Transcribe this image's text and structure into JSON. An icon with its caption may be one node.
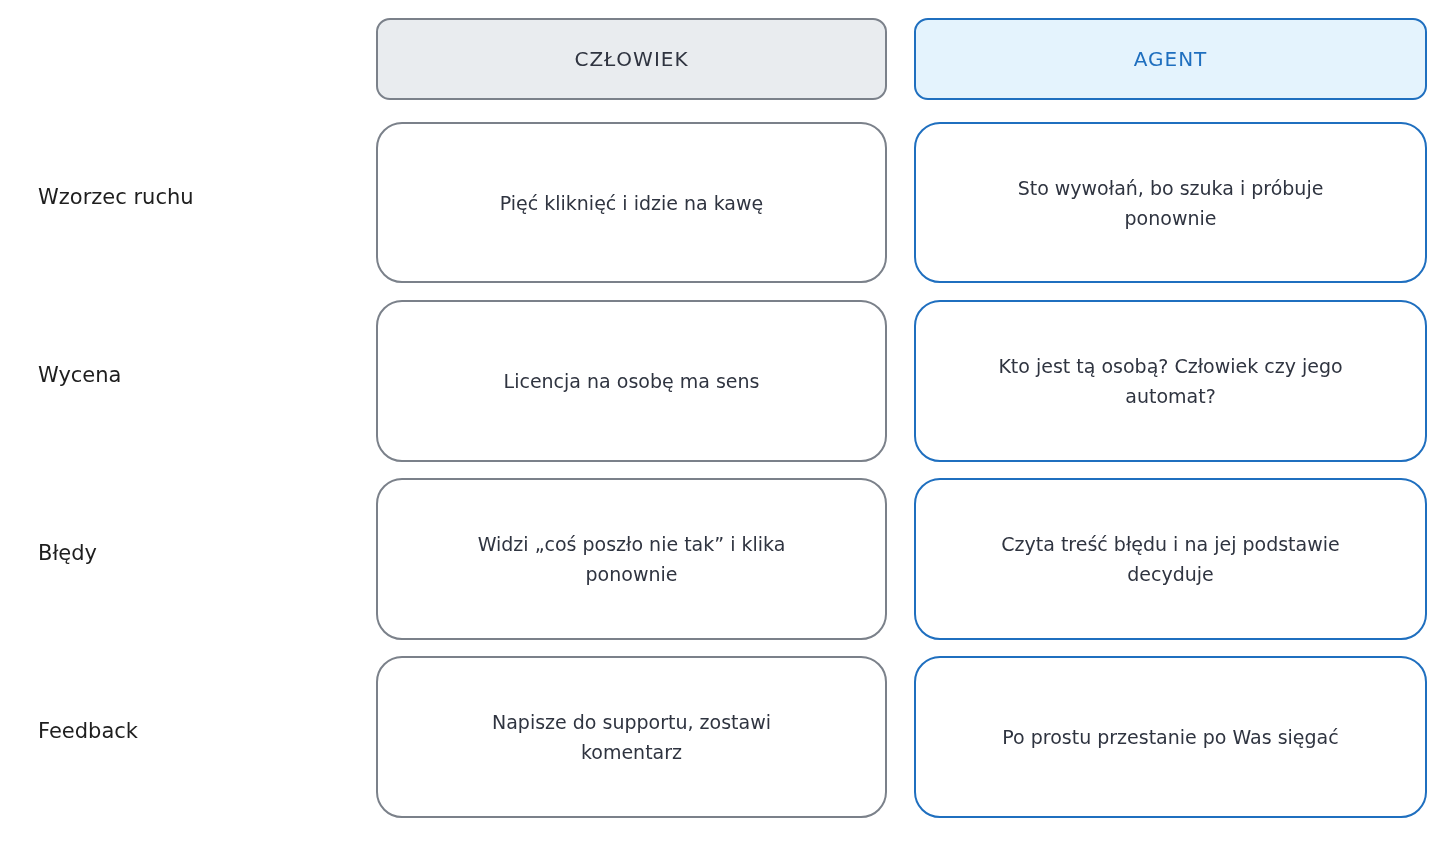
{
  "diagram": {
    "nodes": [
      {
        "text": [
          "CZŁOWIEK"
        ]
      },
      {
        "text": [
          "AGENT"
        ]
      },
      {
        "text": [
          "Pięć kliknięć i idzie na kawę"
        ]
      },
      {
        "text": [
          "Sto wywołań, bo szuka i próbuje ponownie"
        ]
      },
      {
        "text": [
          "Licencja na osobę ma sens"
        ]
      },
      {
        "text": [
          "Kto jest tą osobą? Człowiek czy jego automat?"
        ]
      },
      {
        "text": [
          "Widzi „coś poszło nie tak” i klika ponownie"
        ]
      },
      {
        "text": [
          "Czyta treść błędu i na jej podstawie decyduje"
        ]
      },
      {
        "text": [
          "Napisze do supportu, zostawi komentarz"
        ]
      },
      {
        "text": [
          "Po prostu przestanie po Was sięgać"
        ]
      }
    ],
    "labels": [
      "Wzorzec ruchu",
      "Wycena",
      "Błędy",
      "Feedback"
    ]
  }
}
